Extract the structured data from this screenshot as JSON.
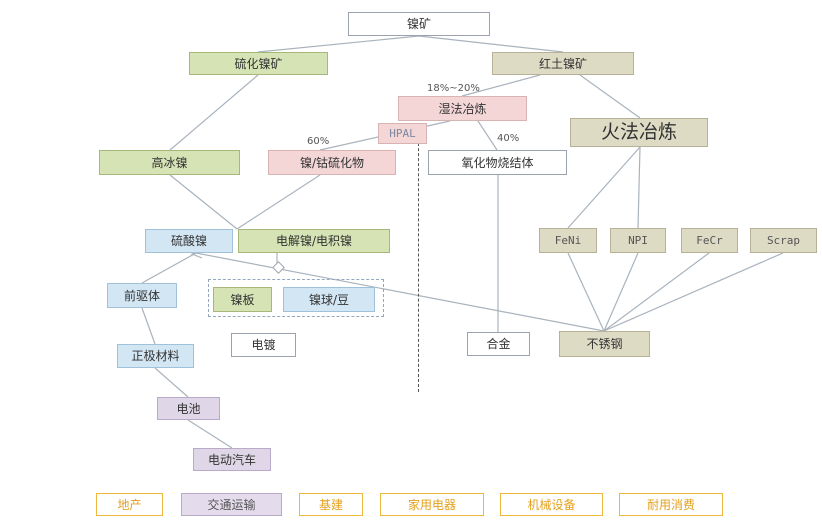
{
  "diagram": {
    "nodes": {
      "nickel_ore": "镍矿",
      "sulfide_ore": "硫化镍矿",
      "laterite_ore": "红土镍矿",
      "hydrometallurgy": "湿法冶炼",
      "pyrometallurgy": "火法冶炼",
      "hpal": "HPAL",
      "matte": "高冰镍",
      "mhp": "镍/钴硫化物",
      "oxide": "氧化物烧结体",
      "nickel_sulfate": "硫酸镍",
      "electrolytic": "电解镍/电积镍",
      "feni": "FeNi",
      "npi": "NPI",
      "fecr": "FeCr",
      "scrap": "Scrap",
      "precursor": "前驱体",
      "nickel_plate": "镍板",
      "nickel_bead": "镍球/豆",
      "cathode": "正极材料",
      "plating": "电镀",
      "alloy": "合金",
      "stainless": "不锈钢",
      "battery": "电池",
      "ev": "电动汽车"
    },
    "percentages": {
      "laterite_hydro": "18%~20%",
      "hpal_mhp": "60%",
      "hydro_oxide": "40%"
    }
  },
  "legend": {
    "real_estate": "地产",
    "transport": "交通运输",
    "infrastructure": "基建",
    "appliances": "家用电器",
    "machinery": "机械设备",
    "durables": "耐用消费"
  }
}
